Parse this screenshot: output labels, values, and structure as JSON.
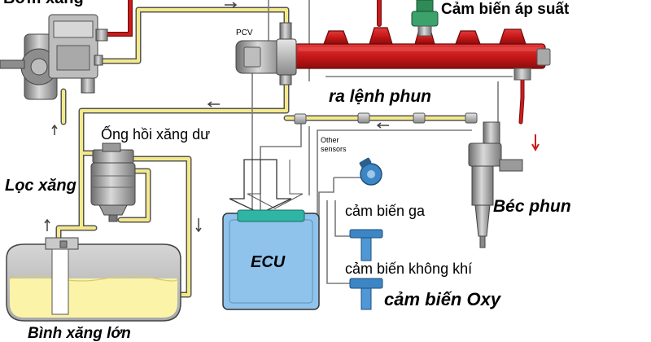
{
  "labels": {
    "pump": "Bơm xăng",
    "pressure_sensor": "Cảm biến áp suất",
    "pcv": "PCV",
    "injection_command": "ra lệnh phun",
    "return_fuel": "Ống hồi xăng dư",
    "other_sensors_line1": "Other",
    "other_sensors_line2": "sensors",
    "filter": "Lọc xăng",
    "throttle_sensor": "cảm biến ga",
    "injector": "Béc phun",
    "ecu": "ECU",
    "air_sensor": "cảm biến không khí",
    "oxygen_sensor": "cảm biến Oxy",
    "tank": "Bình xăng lớn"
  },
  "colors": {
    "fuel_line": "#f4e98a",
    "fuel_line_outline": "#555555",
    "high_pressure": "#cc1c1c",
    "ecu_body": "#8fc3ec",
    "ecu_cap": "#2fb5a4",
    "wire": "#7a7a7a",
    "sensor_blue": "#3d86c6",
    "pressure_sensor_green": "#2e8b57",
    "tank_fuel": "#fbf3a8",
    "arrow_red": "#cc1c1c"
  },
  "icons": {
    "pump": "high-pressure-pump-icon",
    "pcv": "pressure-control-valve-icon",
    "filter": "fuel-filter-icon",
    "injector": "fuel-injector-icon",
    "throttle": "throttle-sensor-icon",
    "air": "air-sensor-icon",
    "oxygen": "oxygen-sensor-icon",
    "tank": "fuel-tank-icon",
    "ecu": "ecu-icon",
    "rail": "common-rail-icon"
  }
}
